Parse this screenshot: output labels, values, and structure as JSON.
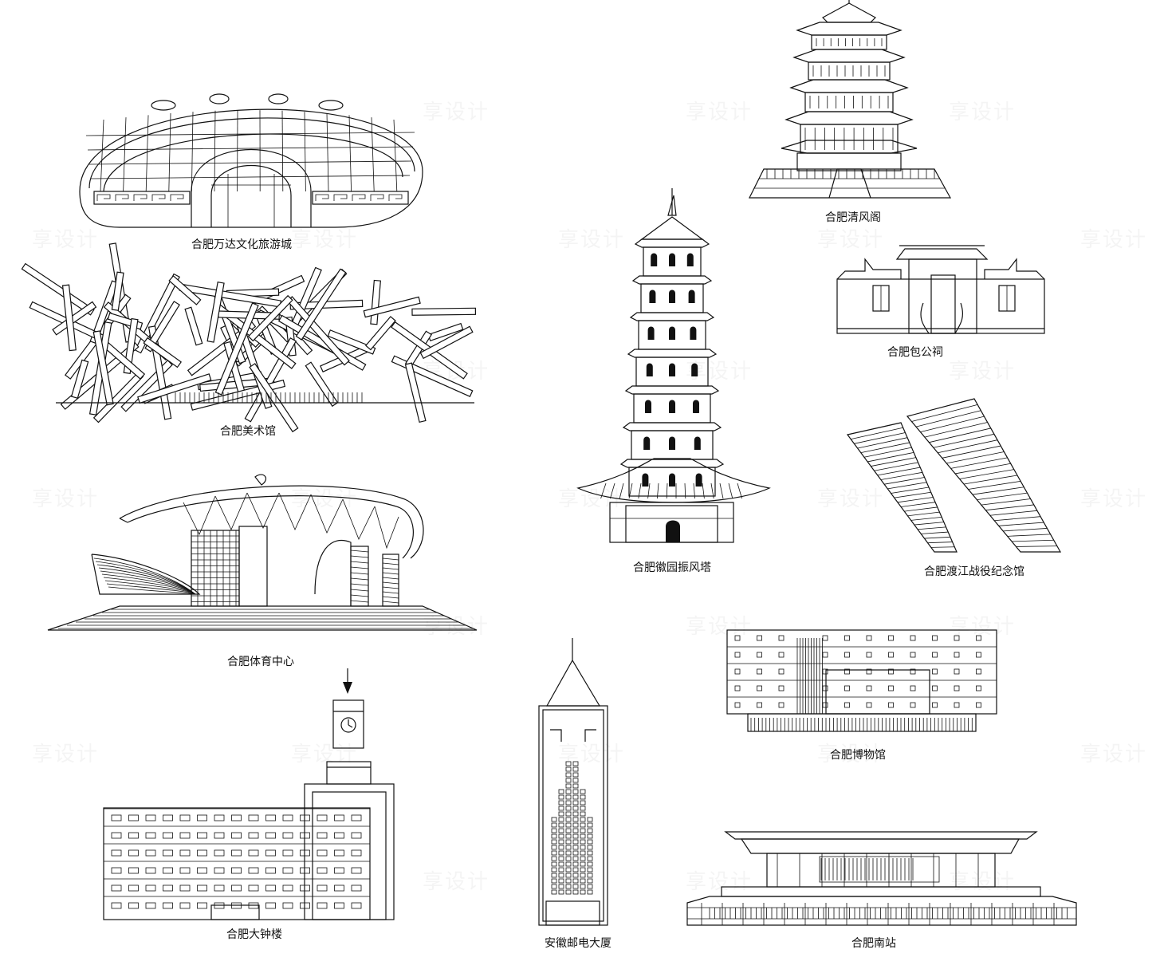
{
  "watermark_text": "享设计",
  "landmarks": [
    {
      "id": "wanda",
      "caption": "合肥万达文化旅游城"
    },
    {
      "id": "qingfengge",
      "caption": "合肥清风阁"
    },
    {
      "id": "zhenfengta",
      "caption": "合肥徽园振风塔"
    },
    {
      "id": "baogongci",
      "caption": "合肥包公祠"
    },
    {
      "id": "art-museum",
      "caption": "合肥美术馆"
    },
    {
      "id": "dujiang",
      "caption": "合肥渡江战役纪念馆"
    },
    {
      "id": "sports-center",
      "caption": "合肥体育中心"
    },
    {
      "id": "museum",
      "caption": "合肥博物馆"
    },
    {
      "id": "clock-tower",
      "caption": "合肥大钟楼"
    },
    {
      "id": "post-tower",
      "caption": "安徽邮电大厦"
    },
    {
      "id": "south-station",
      "caption": "合肥南站"
    }
  ]
}
